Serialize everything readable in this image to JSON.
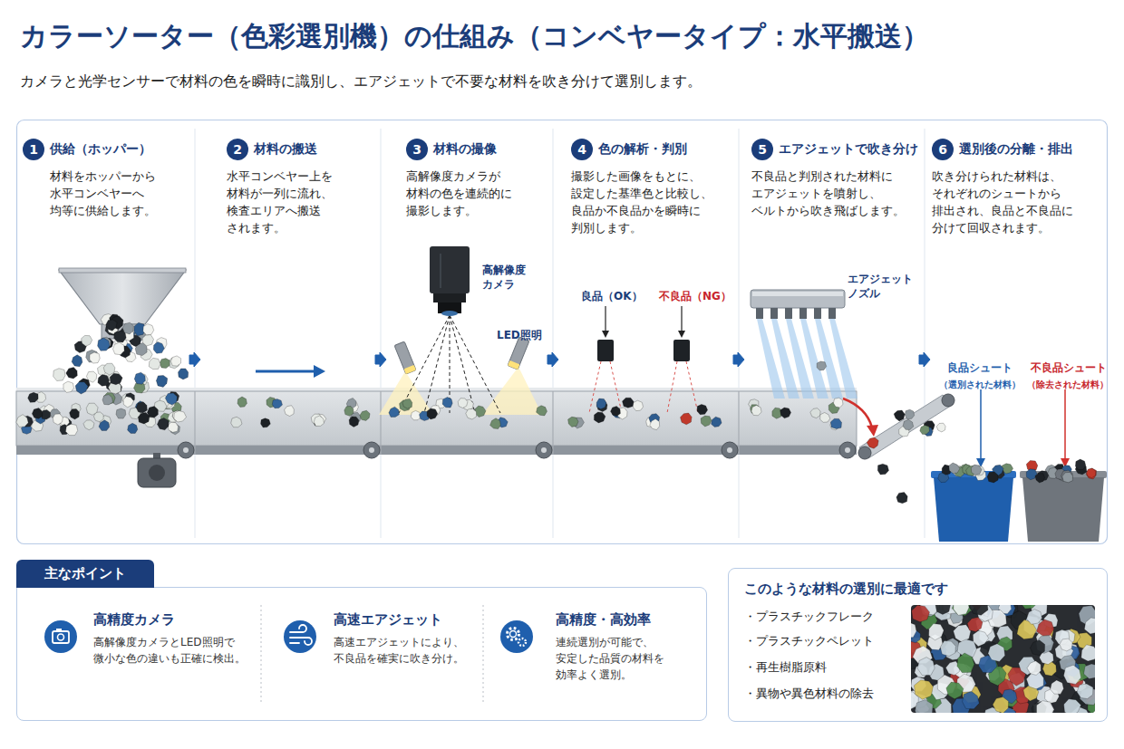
{
  "diagram": {
    "title": "カラーソーター（色彩選別機）の仕組み（コンベヤータイプ：水平搬送）",
    "caption": "カメラと光学センサーで材料の色を瞬時に識別し、エアジェットで不要な材料を吹き分けて選別します。",
    "nodes": [
      {
        "text": [
          "供給（ホッパー）",
          "材料をホッパーから 水平コンベヤーへ 均等に供給します。"
        ]
      },
      {
        "text": [
          "1"
        ],
        "in": 0
      },
      {
        "text": [
          "材料の搬送",
          "水平コンベヤー上を 材料が一列に流れ、 検査エリアへ搬送 されます。"
        ]
      },
      {
        "text": [
          "2"
        ],
        "in": 2
      },
      {
        "text": [
          "材料の撮像",
          "高解像度カメラが 材料の色を連続的に 撮影します。"
        ]
      },
      {
        "text": [
          "3"
        ],
        "in": 4
      },
      {
        "text": [
          "色の解析・判別",
          "撮影した画像をもとに、 設定した基準色と比較し、 良品か不良品かを瞬時に 判別します。"
        ]
      },
      {
        "text": [
          "4"
        ],
        "in": 6
      },
      {
        "text": [
          "エアジェットで吹き分け",
          "不良品と判別された材料に エアジェットを噴射し、 ベルトから吹き飛ばします。"
        ]
      },
      {
        "text": [
          "5"
        ],
        "in": 8
      },
      {
        "text": [
          "選別後の分離・排出",
          "吹き分けられた材料は、 それぞれのシュートから 排出され、良品と不良品に 分けて回収されます。"
        ]
      },
      {
        "text": [
          "6"
        ],
        "in": 10
      },
      {
        "text": [
          "主なポイント"
        ]
      },
      {
        "text": [
          "高精度カメラ",
          "高解像度カメラとLED照明で 微小な色の違いも正確に検出。"
        ],
        "in": 12
      },
      {
        "text": [
          "高速エアジェット",
          "高速エアジェットにより、 不良品を確実に吹き分け。"
        ],
        "in": 12
      },
      {
        "text": [
          "高精度・高効率",
          "連続選別が可能で、 安定した品質の材料を 効率よく選別。"
        ],
        "in": 12
      },
      {
        "text": [
          "このような材料の選別に最適です",
          "・プラスチックフレーク",
          "・プラスチックペレット",
          "・再生樹脂原料",
          "・異物や異色材料の除去"
        ]
      }
    ],
    "edges": [
      {
        "from": 0,
        "to": 2,
        "arrow": "to"
      },
      {
        "from": 2,
        "to": 4,
        "arrow": "to"
      },
      {
        "from": 4,
        "to": 6,
        "arrow": "to"
      },
      {
        "from": 6,
        "to": 8,
        "arrow": "to"
      },
      {
        "from": 8,
        "to": 10,
        "arrow": "to"
      }
    ],
    "labels": [
      "高解像度 カメラ",
      "LED照明",
      "良品（OK）",
      "不良品（NG）",
      "エアジェット ノズル",
      "良品シュート",
      "（選別された材料）",
      "不良品シュート",
      "（除去された材料）"
    ]
  }
}
